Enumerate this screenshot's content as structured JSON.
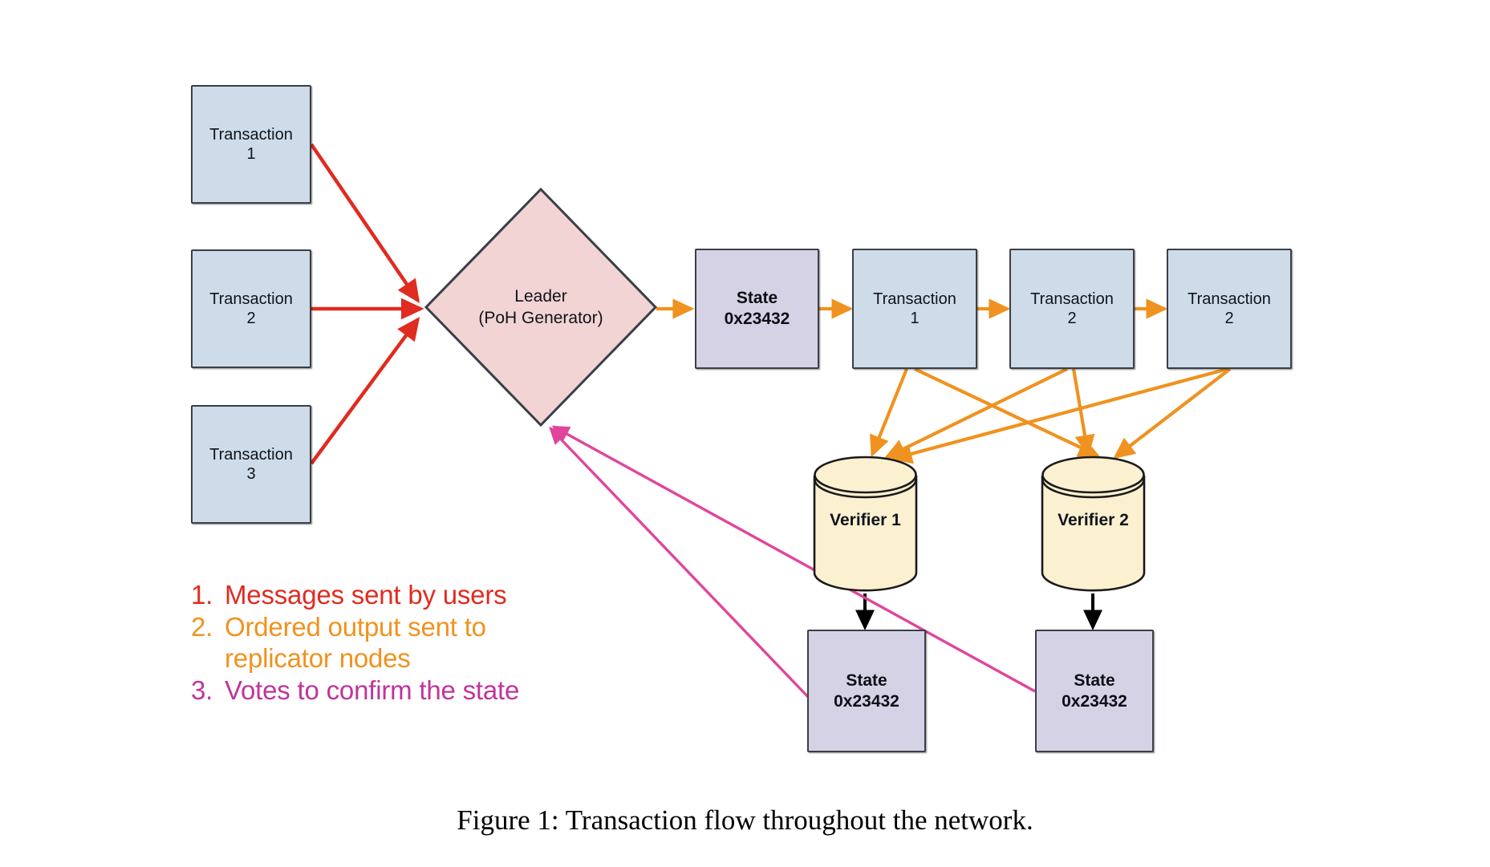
{
  "figure": {
    "caption": "Figure 1: Transaction flow throughout the network."
  },
  "colors": {
    "message_red": "#e02b20",
    "ordered_orange": "#f0921f",
    "vote_magenta": "#e0459b",
    "legend_magenta": "#c0359a",
    "tx_fill": "#cedce9",
    "state_fill": "#d6d2e6",
    "leader_fill": "#f2d4d4",
    "verifier_fill": "#fbf0d0",
    "stroke": "#3a3f46",
    "black_arrow": "#000000"
  },
  "inputs": {
    "transactions": [
      {
        "title": "Transaction",
        "number": "1"
      },
      {
        "title": "Transaction",
        "number": "2"
      },
      {
        "title": "Transaction",
        "number": "3"
      }
    ]
  },
  "leader": {
    "line1": "Leader",
    "line2": "(PoH Generator)"
  },
  "ledger": {
    "state": {
      "title": "State",
      "hash": "0x23432"
    },
    "entries": [
      {
        "title": "Transaction",
        "number": "1"
      },
      {
        "title": "Transaction",
        "number": "2"
      },
      {
        "title": "Transaction",
        "number": "2"
      }
    ]
  },
  "verifiers": [
    {
      "label": "Verifier 1"
    },
    {
      "label": "Verifier 2"
    }
  ],
  "verifier_states": [
    {
      "title": "State",
      "hash": "0x23432"
    },
    {
      "title": "State",
      "hash": "0x23432"
    }
  ],
  "legend": [
    {
      "num": "1.",
      "text": "Messages sent by users",
      "color": "#e02b20"
    },
    {
      "num": "2.",
      "text": "Ordered output sent to replicator nodes",
      "color": "#f0921f"
    },
    {
      "num": "3.",
      "text": "Votes to confirm the state",
      "color": "#c0359a"
    }
  ]
}
